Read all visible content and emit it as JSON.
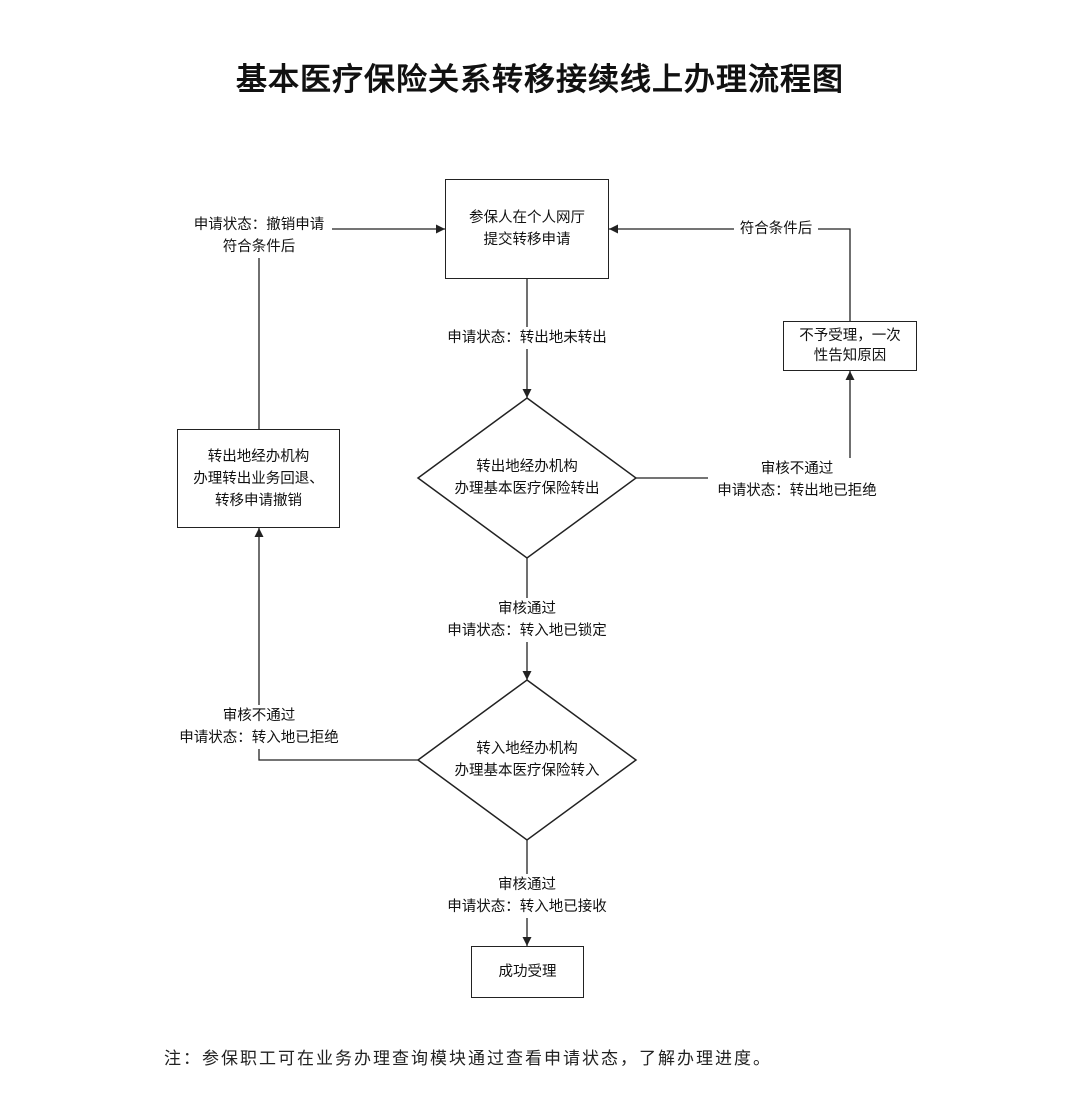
{
  "title": "基本医疗保险关系转移接续线上办理流程图",
  "nodes": {
    "submit": {
      "line1": "参保人在个人网厅",
      "line2": "提交转移申请"
    },
    "out_process": {
      "line1": "转出地经办机构",
      "line2": "办理基本医疗保险转出"
    },
    "in_process": {
      "line1": "转入地经办机构",
      "line2": "办理基本医疗保险转入"
    },
    "rollback": {
      "line1": "转出地经办机构",
      "line2": "办理转出业务回退、",
      "line3": "转移申请撤销"
    },
    "reject_notice": {
      "line1": "不予受理，一次",
      "line2": "性告知原因"
    },
    "success": {
      "line1": "成功受理"
    }
  },
  "labels": {
    "cancel": {
      "line1": "申请状态：撤销申请",
      "line2": "符合条件后"
    },
    "resubmit": {
      "line1": "符合条件后"
    },
    "not_out": {
      "line1": "申请状态：转出地未转出"
    },
    "out_reject": {
      "line1": "审核不通过",
      "line2": "申请状态：转出地已拒绝"
    },
    "out_pass": {
      "line1": "审核通过",
      "line2": "申请状态：转入地已锁定"
    },
    "in_reject": {
      "line1": "审核不通过",
      "line2": "申请状态：转入地已拒绝"
    },
    "in_pass": {
      "line1": "审核通过",
      "line2": "申请状态：转入地已接收"
    }
  },
  "note": "注：参保职工可在业务办理查询模块通过查看申请状态，了解办理进度。"
}
